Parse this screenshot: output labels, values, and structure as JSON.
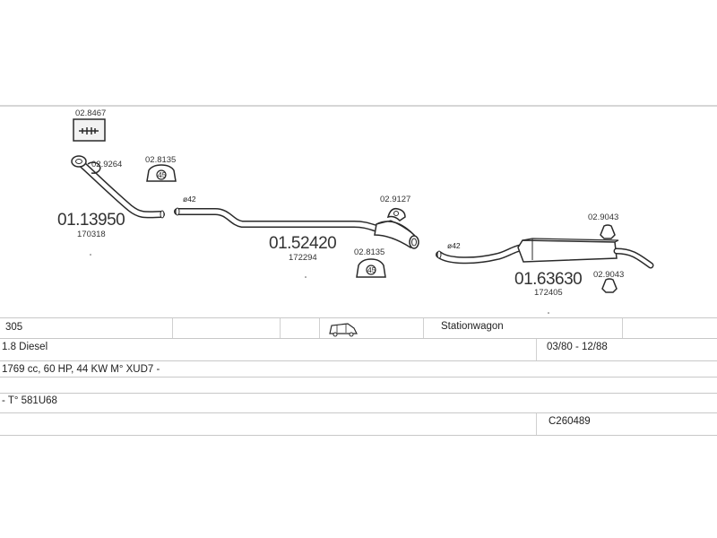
{
  "parts": {
    "bracket_box": {
      "code": "02.8467"
    },
    "clamp_a": {
      "code": "02.9264"
    },
    "gasket_a": {
      "code": "02.8135",
      "ring_label": "45"
    },
    "front_pipe": {
      "code": "01.13950",
      "ref": "170318"
    },
    "diameter_1": "ø42",
    "rubber_mount_a": {
      "code": "02.9127"
    },
    "middle_muffler": {
      "code": "01.52420",
      "ref": "172294"
    },
    "gasket_b": {
      "code": "02.8135",
      "ring_label": "45"
    },
    "diameter_2": "ø42",
    "rubber_mount_b": {
      "code": "02.9043"
    },
    "rubber_mount_c": {
      "code": "02.9043"
    },
    "rear_muffler": {
      "code": "01.63630",
      "ref": "172405"
    }
  },
  "vehicle": {
    "model": "305",
    "body_type": "Stationwagon",
    "engine": "1.8 Diesel",
    "period": "03/80 - 12/88",
    "specs": "1769 cc, 60 HP, 44 KW M° XUD7 -",
    "type_code": "- T° 581U68",
    "catalog_code": "C260489"
  },
  "colors": {
    "line": "#2a2a2a",
    "grid": "#c8c8c8"
  }
}
